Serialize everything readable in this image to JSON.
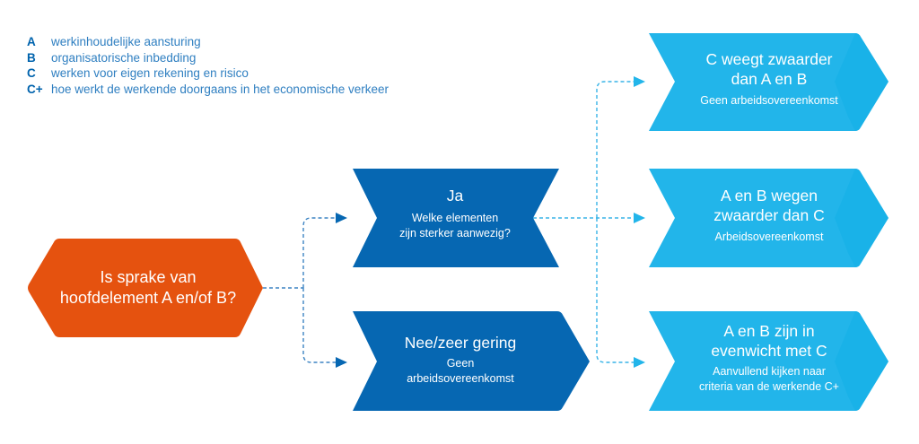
{
  "colors": {
    "start_node": "#e5520f",
    "level1_node": "#0667b2",
    "level2_node": "#22b5ea",
    "level2_shade": "#13aee6",
    "connector_dark": "#3d84c3",
    "connector_light": "#38b4e7",
    "legend_key": "#0063ad",
    "legend_desc": "#2f7fc1"
  },
  "legend": [
    {
      "key": "A",
      "description": "werkinhoudelijke aansturing"
    },
    {
      "key": "B",
      "description": "organisatorische inbedding"
    },
    {
      "key": "C",
      "description": "werken voor eigen rekening en risico"
    },
    {
      "key": "C+",
      "description": "hoe werkt de werkende doorgaans in het economische verkeer"
    }
  ],
  "nodes": {
    "start": {
      "lines": [
        "Is sprake van",
        "hoofdelement A en/of B?"
      ]
    },
    "yes": {
      "title": "Ja",
      "sub": [
        "Welke elementen",
        "zijn sterker aanwezig?"
      ]
    },
    "no": {
      "title": "Nee/zeer gering",
      "sub": [
        "Geen",
        "arbeidsovereenkomst"
      ]
    },
    "c_heavier": {
      "title": [
        "C weegt zwaarder",
        "dan A en B"
      ],
      "sub": [
        "Geen arbeidsovereenkomst"
      ]
    },
    "ab_heavier": {
      "title": [
        "A en B wegen",
        "zwaarder dan C"
      ],
      "sub": [
        "Arbeidsovereenkomst"
      ]
    },
    "balance": {
      "title": [
        "A en B zijn in",
        "evenwicht met C"
      ],
      "sub": [
        "Aanvullend kijken naar",
        "criteria van de werkende C+"
      ]
    }
  },
  "edges": [
    {
      "from": "start",
      "to": "yes"
    },
    {
      "from": "start",
      "to": "no"
    },
    {
      "from": "yes",
      "to": "c_heavier"
    },
    {
      "from": "yes",
      "to": "ab_heavier"
    },
    {
      "from": "yes",
      "to": "balance"
    }
  ]
}
